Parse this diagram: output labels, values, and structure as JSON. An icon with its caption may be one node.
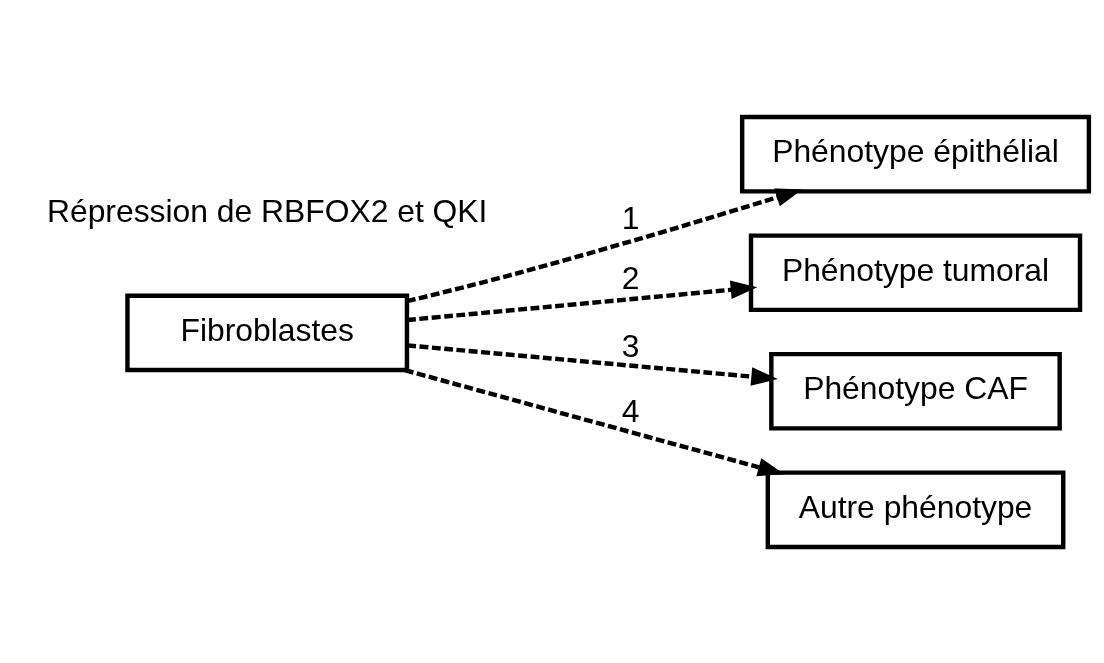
{
  "diagram": {
    "nodes": [
      {
        "text": [
          "Fibroblastes"
        ]
      },
      {
        "text": [
          "Phénotype épithélial"
        ]
      },
      {
        "text": [
          "Phénotype tumoral"
        ]
      },
      {
        "text": [
          "Phénotype CAF"
        ]
      },
      {
        "text": [
          "Autre phénotype"
        ]
      }
    ],
    "edges": [
      {
        "from": 0,
        "to": 1,
        "arrow": "to",
        "style": "dashed",
        "label": "1"
      },
      {
        "from": 0,
        "to": 2,
        "arrow": "to",
        "style": "dashed",
        "label": "2"
      },
      {
        "from": 0,
        "to": 3,
        "arrow": "to",
        "style": "dashed",
        "label": "3"
      },
      {
        "from": 0,
        "to": 4,
        "arrow": "to",
        "style": "dashed",
        "label": "4"
      }
    ],
    "labels": [
      "Répression de RBFOX2 et QKI"
    ]
  }
}
